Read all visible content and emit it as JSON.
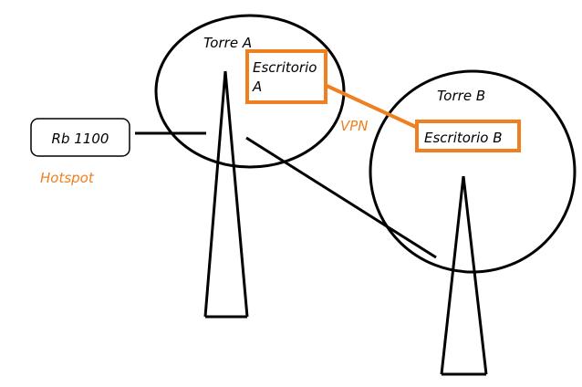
{
  "diagram": {
    "tower_a": {
      "label": "Torre A"
    },
    "tower_b": {
      "label": "Torre B"
    },
    "office_a": {
      "line1": "Escritorio",
      "line2": "A"
    },
    "office_b": {
      "label": "Escritorio B"
    },
    "router": {
      "label": "Rb 1100"
    },
    "hotspot": {
      "label": "Hotspot"
    },
    "vpn": {
      "label": "VPN"
    }
  },
  "colors": {
    "accent": "#f07f1f",
    "line": "#000000",
    "background": "#ffffff"
  }
}
